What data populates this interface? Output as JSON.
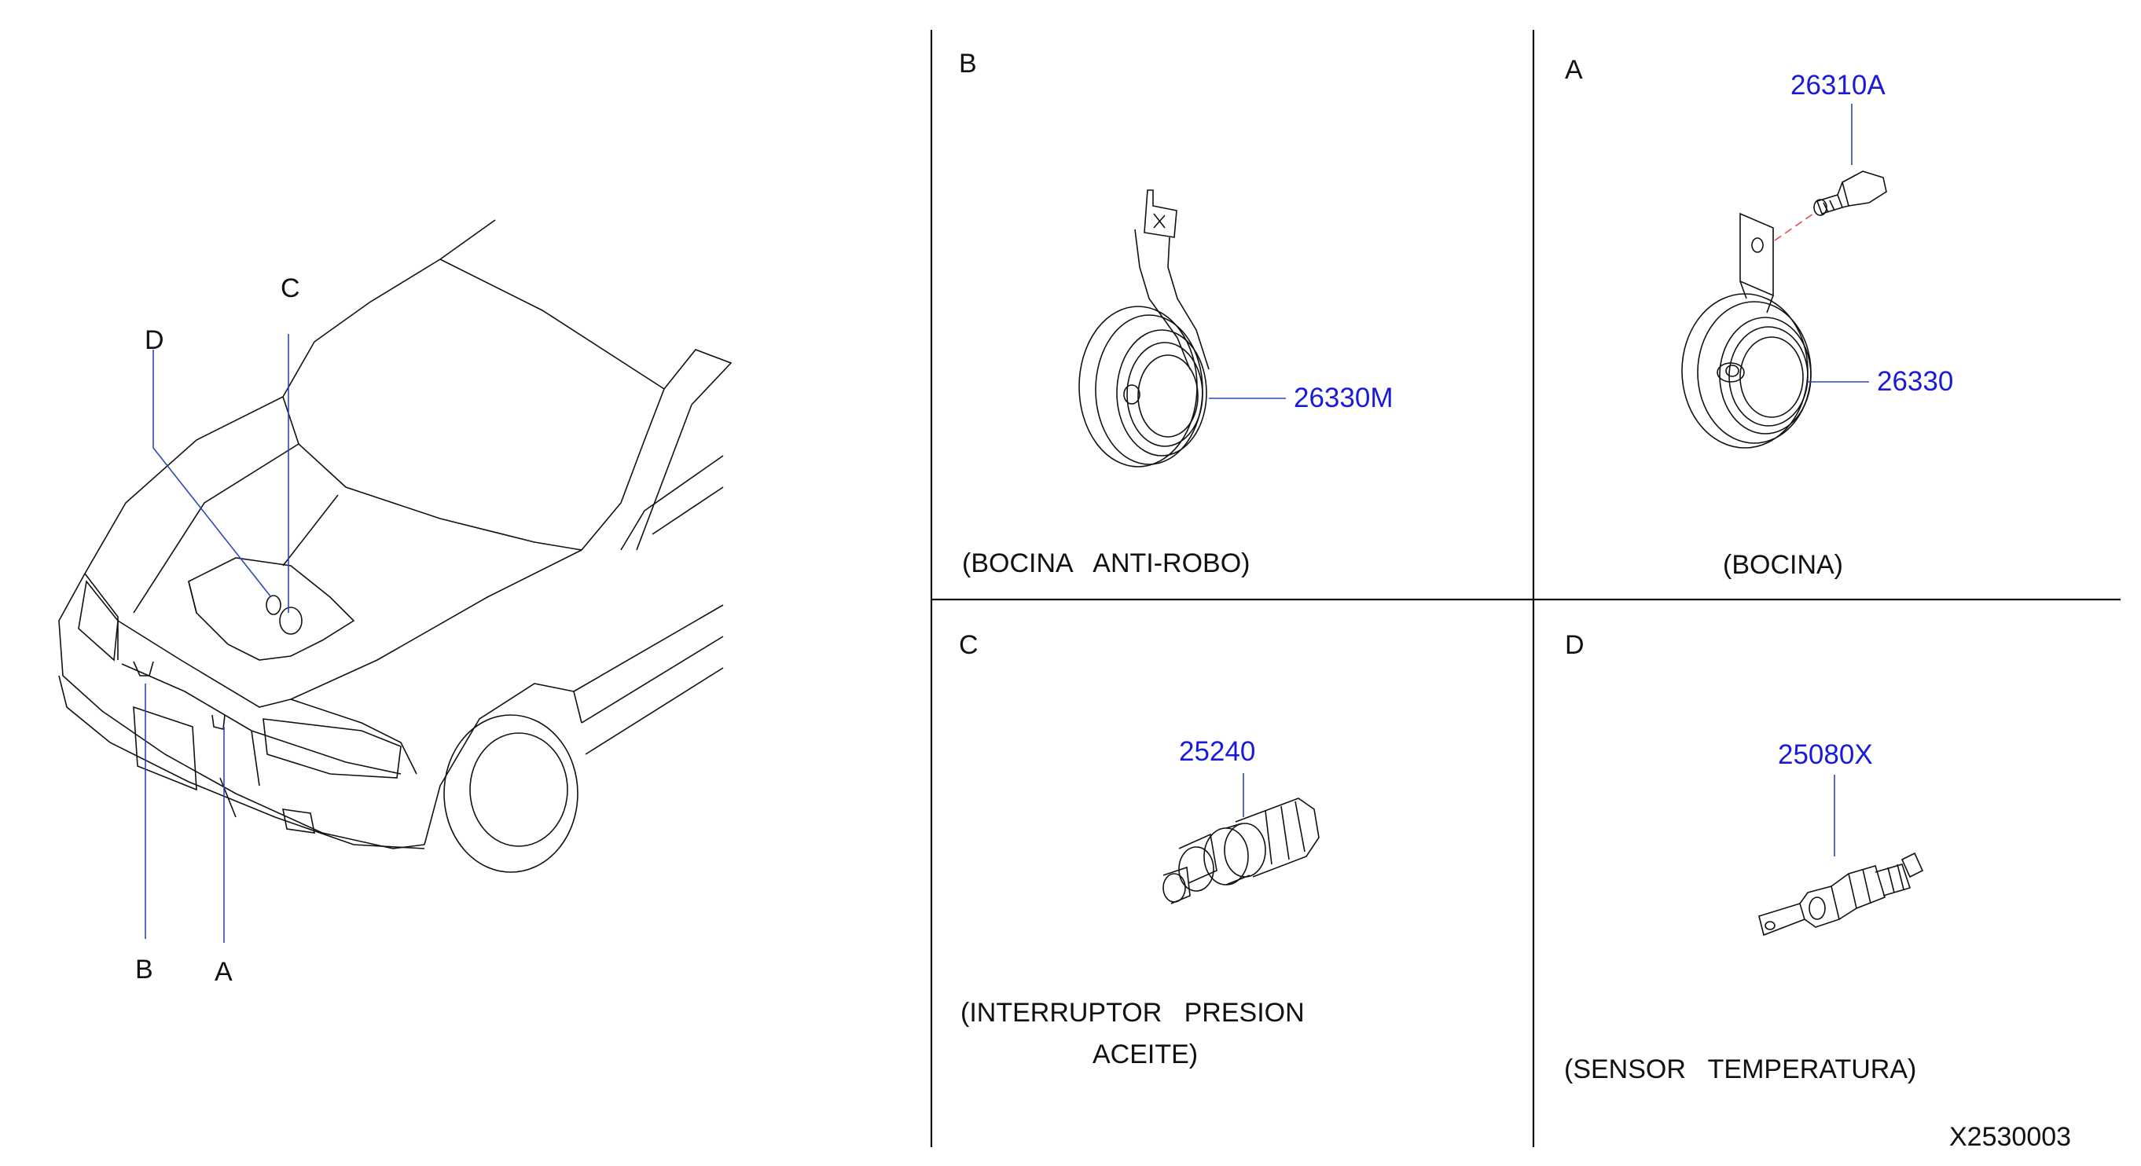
{
  "car_overview": {
    "callouts": {
      "a": "A",
      "b": "B",
      "c": "C",
      "d": "D"
    }
  },
  "panels": {
    "b": {
      "letter": "B",
      "part_number": "26330M",
      "caption_line1": "(BOCINA   ANTI-ROBO)",
      "icon": "horn-with-bracket"
    },
    "a": {
      "letter": "A",
      "part_number_bolt": "26310A",
      "part_number_horn": "26330",
      "caption_line1": "(BOCINA)",
      "icon": "horn-with-bolt"
    },
    "c": {
      "letter": "C",
      "part_number": "25240",
      "caption_line1": "(INTERRUPTOR   PRESION",
      "caption_line2": "ACEITE)",
      "icon": "oil-pressure-switch"
    },
    "d": {
      "letter": "D",
      "part_number": "25080X",
      "caption_line1": "(SENSOR   TEMPERATURA)",
      "icon": "temperature-sensor"
    }
  },
  "diagram_code": "X2530003",
  "colors": {
    "line": "#111111",
    "part_number": "#1a1ad9",
    "leader": "#2a48b8",
    "bolt_leader": "#e05050"
  }
}
